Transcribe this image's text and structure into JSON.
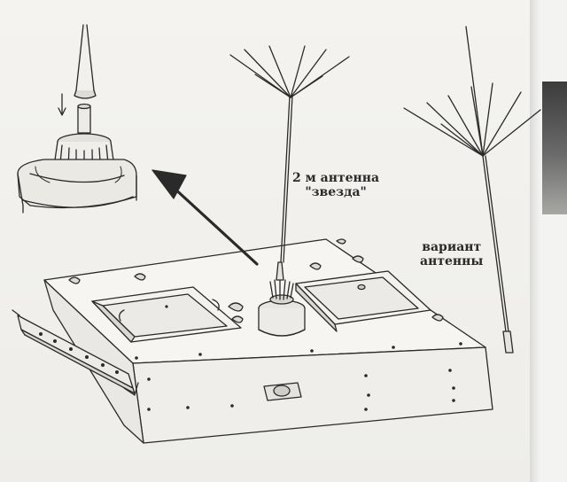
{
  "captions": {
    "main_antenna": [
      "2 м антенна",
      "\"звезда\""
    ],
    "variant_antenna": [
      "вариант",
      "антенны"
    ]
  },
  "colors": {
    "ink": "#2a2a2a",
    "paper": "#f2f1ee",
    "shade": "#bdbdb8"
  },
  "icons": {
    "arrow": "arrow-up-left-icon",
    "down_arrow": "arrow-down-icon"
  }
}
